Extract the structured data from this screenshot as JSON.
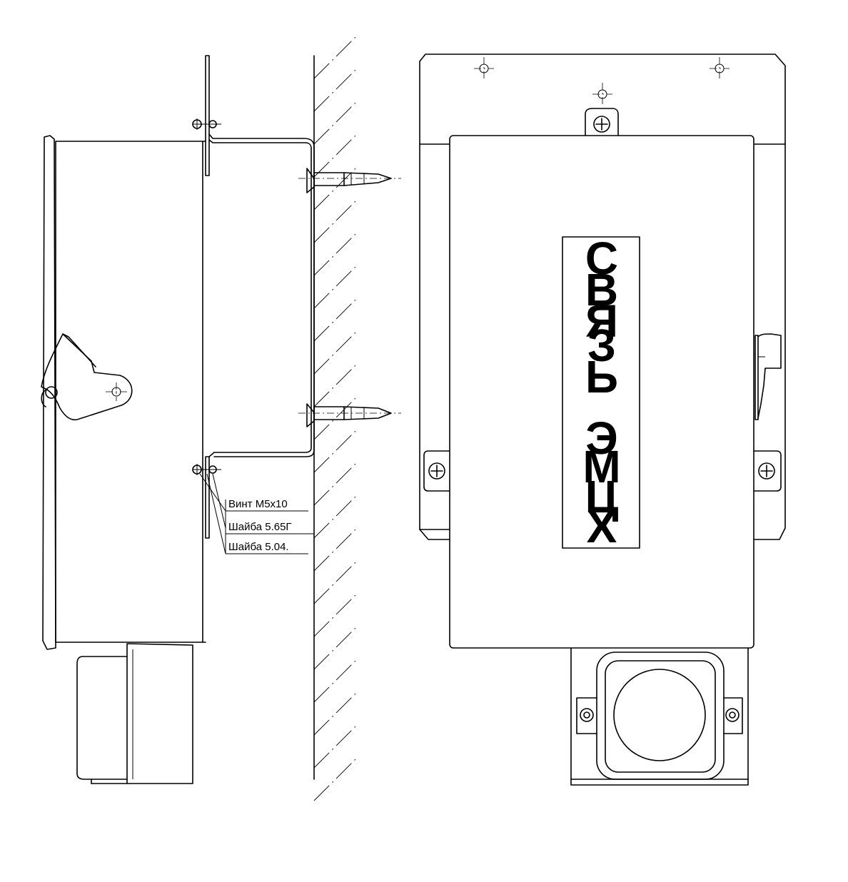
{
  "callouts": {
    "screw": "Винт М5х10",
    "washer_spring": "Шайба 5.65Г",
    "washer_flat": "Шайба 5.04."
  },
  "sign": {
    "word1_letters": [
      "С",
      "В",
      "Я",
      "З",
      "Ь"
    ],
    "word2_letters": [
      "Э",
      "М",
      "Ц",
      "Х"
    ]
  },
  "colors": {
    "line": "#000000",
    "background": "#ffffff"
  }
}
